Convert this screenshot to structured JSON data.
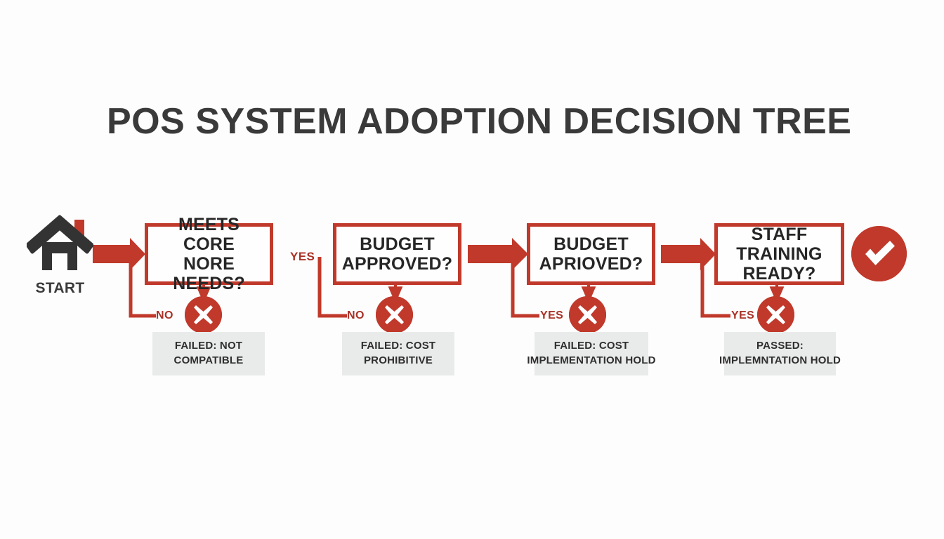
{
  "page": {
    "title": "POS SYSTEM ADOPTION DECISION TREE",
    "background_color": "#fdfdfd",
    "accent_color": "#c0392b",
    "label_color": "#a93226",
    "text_color": "#262626",
    "result_box_color": "#e9eaea"
  },
  "start": {
    "label": "START",
    "icon": "house-icon"
  },
  "nodes": [
    {
      "id": "node-1",
      "question_line1": "MEETS CORE",
      "question_line2": "NORE NEEDS?",
      "branch_label": "NO",
      "outcome_icon": "x-circle-icon",
      "result_line1": "FAILED: NOT",
      "result_line2": "COMPATIBLE"
    },
    {
      "id": "node-2",
      "incoming_label": "YES",
      "question_line1": "BUDGET",
      "question_line2": "APPROVED?",
      "branch_label": "NO",
      "outcome_icon": "x-circle-icon",
      "result_line1": "FAILED: COST",
      "result_line2": "PROHIBITIVE"
    },
    {
      "id": "node-3",
      "question_line1": "BUDGET",
      "question_line2": "APRIOVED?",
      "branch_label": "YES",
      "outcome_icon": "x-circle-icon",
      "result_line1": "FAILED: COST",
      "result_line2": "IMPLEMENTATION HOLD"
    },
    {
      "id": "node-4",
      "question_line1": "STAFF",
      "question_line2": "TRAINING READY?",
      "branch_label": "YES",
      "outcome_icon": "x-circle-icon",
      "result_line1": "PASSED:",
      "result_line2": "IMPLEMNTATION HOLD"
    }
  ],
  "final": {
    "icon": "check-circle-icon"
  }
}
